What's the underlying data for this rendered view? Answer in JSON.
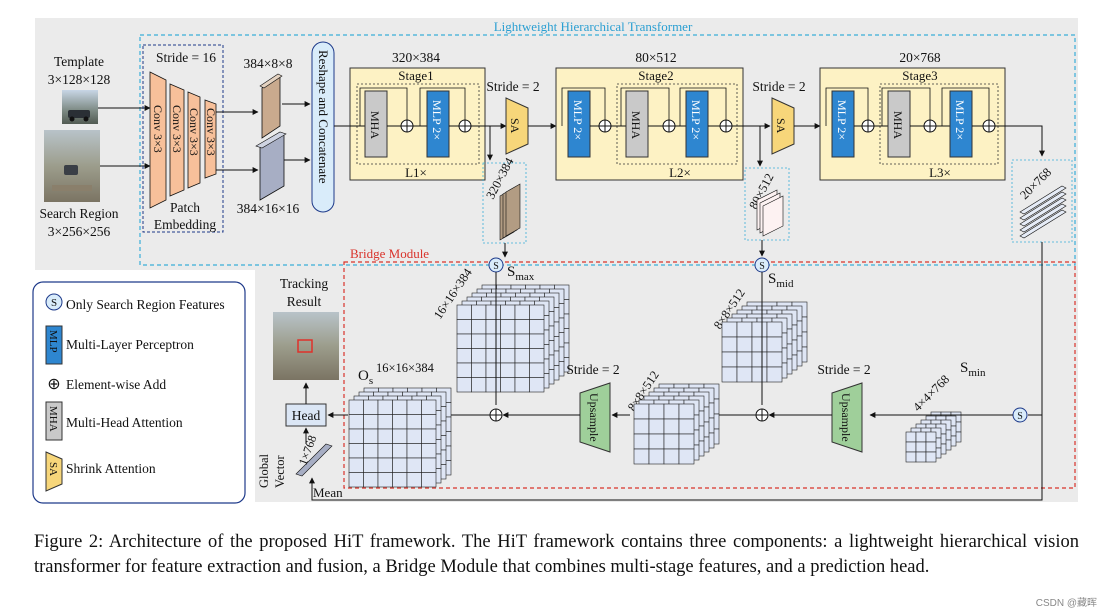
{
  "transformer": {
    "title": "Lightweight Hierarchical Transformer",
    "stride16": "Stride = 16",
    "patch_embedding": [
      "Patch",
      "Embedding"
    ],
    "conv_label": "Conv 3×3",
    "reshape_concat": "Reshape and Concatenate",
    "template_label": "Template",
    "template_size": "3×128×128",
    "search_label": "Search Region",
    "search_size": "3×256×256",
    "token_template": "384×8×8",
    "token_search": "384×16×16",
    "stride2": "Stride = 2",
    "sa": "SA",
    "mha": "MHA",
    "mlp": "MLP 2×",
    "stages": [
      {
        "dims": "320×384",
        "name": "Stage1",
        "repeat": "L1×",
        "out": "320×384"
      },
      {
        "dims": "80×512",
        "name": "Stage2",
        "repeat": "L2×",
        "out": "80×512"
      },
      {
        "dims": "20×768",
        "name": "Stage3",
        "repeat": "L3×",
        "out": "20×768"
      }
    ]
  },
  "bridge": {
    "title": "Bridge Module",
    "s_symbol": "S",
    "smax_dims": "16×16×384",
    "smid_dims": "8×8×512",
    "smin_dims": "4×4×768",
    "up_dims": "8×8×512",
    "os_dims": "16×16×384",
    "smax": "S_max",
    "smid": "S_mid",
    "smin": "S_min",
    "os": "O_s",
    "upsample": "Upsample",
    "stride2": "Stride = 2",
    "head": "Head",
    "tracking_result": [
      "Tracking",
      "Result"
    ],
    "global_vector": [
      "Global",
      "Vector"
    ],
    "gv_dims": "1×768",
    "mean": "Mean"
  },
  "legend": {
    "items": [
      {
        "symbol": "S",
        "text": "Only Search Region Features"
      },
      {
        "symbol": "MLP",
        "text": "Multi-Layer Perceptron"
      },
      {
        "symbol": "⊕",
        "text": "Element-wise Add"
      },
      {
        "symbol": "MHA",
        "text": "Multi-Head Attention"
      },
      {
        "symbol": "SA",
        "text": "Shrink Attention"
      }
    ]
  },
  "caption": "Figure 2:  Architecture of the proposed HiT framework.  The HiT framework contains three components: a lightweight hierarchical vision transformer for feature extraction and fusion, a Bridge Module that combines multi-stage features, and a prediction head.",
  "watermark": "CSDN @藏晖",
  "colors": {
    "orange_fill": "#f7c09a",
    "stage_fill": "#fdf2c4",
    "mlp_fill": "#2e86d0",
    "mha_fill": "#c9c9c9",
    "sa_fill": "#f7d67a",
    "upsample_fill": "#9fcf9a",
    "grid_fill": "#dfe6f5",
    "panel_fill": "#ebebeb",
    "bridge_border": "#d9332b",
    "transformer_border": "#3aaed8"
  }
}
